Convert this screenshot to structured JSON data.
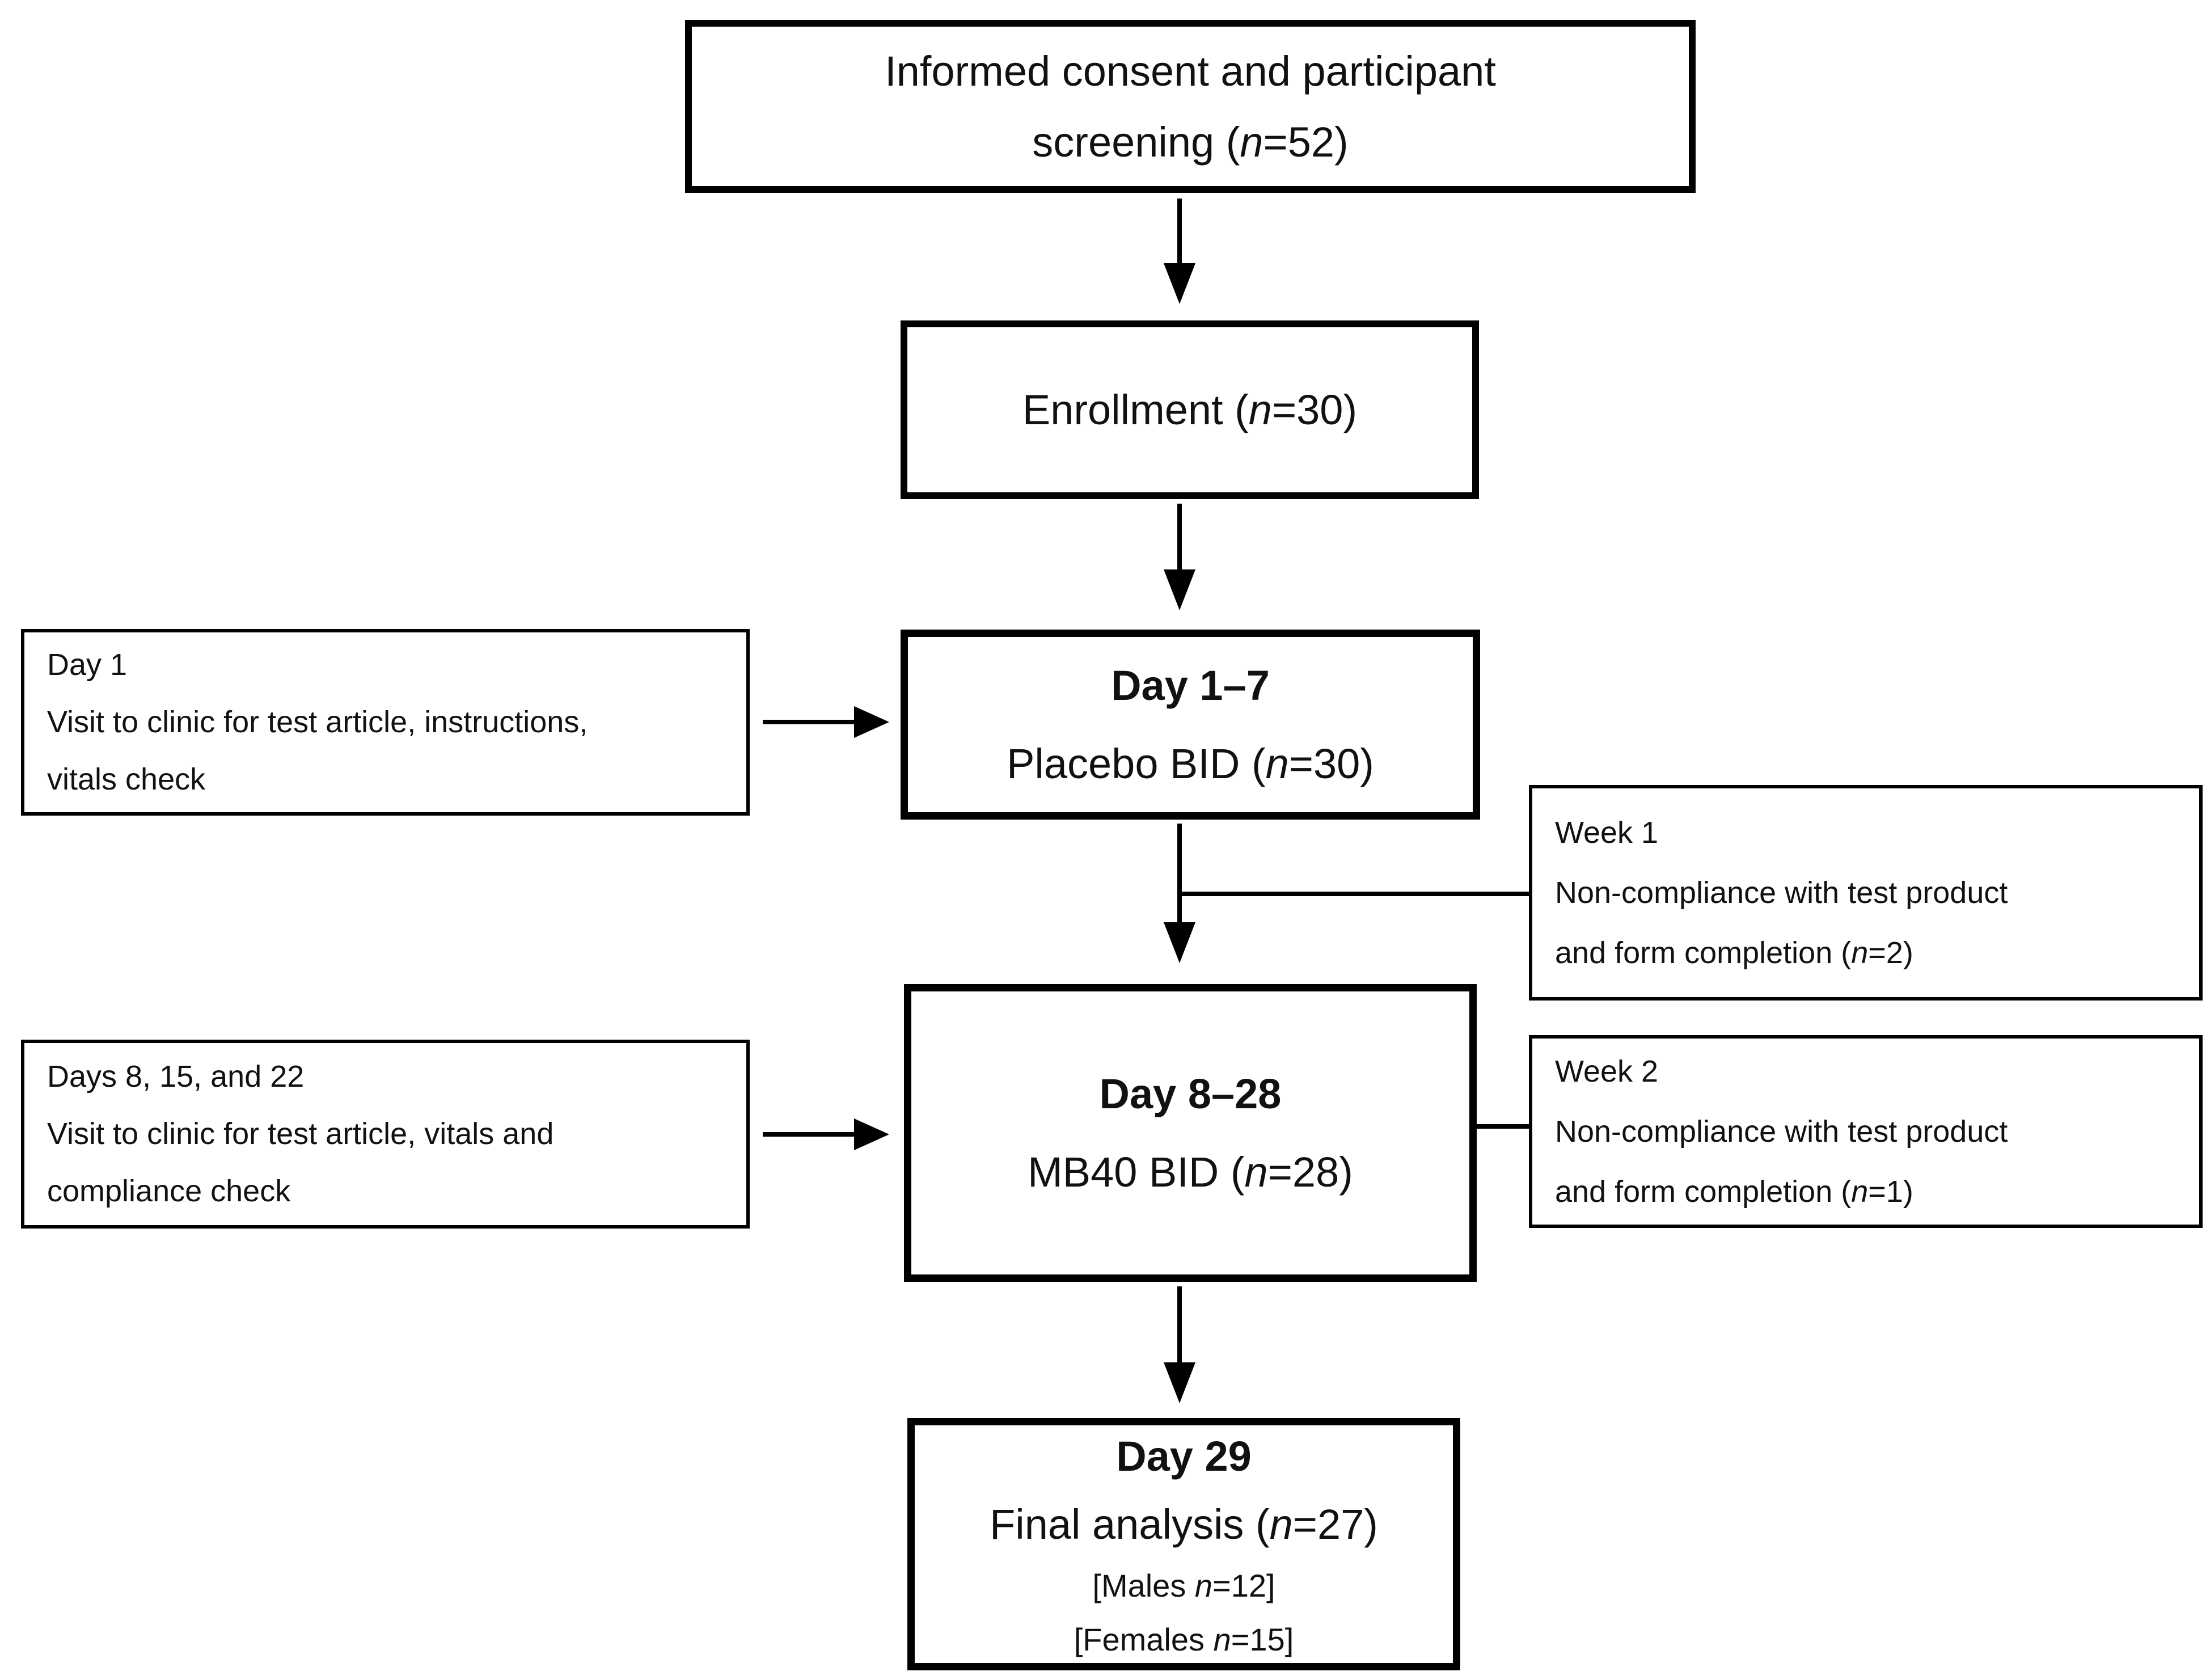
{
  "diagram": {
    "title": "Participant flow diagram",
    "colors": {
      "line": "#000000",
      "text": "#111111",
      "background": "#ffffff"
    },
    "boxes": {
      "screening": {
        "lines": [
          {
            "parts": [
              {
                "t": "Informed consent and participant"
              }
            ]
          },
          {
            "parts": [
              {
                "t": "screening ("
              },
              {
                "t": "n",
                "i": true
              },
              {
                "t": "=52)"
              }
            ]
          }
        ]
      },
      "enrollment": {
        "lines": [
          {
            "parts": [
              {
                "t": "Enrollment ("
              },
              {
                "t": "n",
                "i": true
              },
              {
                "t": "=30)"
              }
            ]
          }
        ]
      },
      "day1_7": {
        "lines": [
          {
            "bold": true,
            "parts": [
              {
                "t": "Day 1–7"
              }
            ]
          },
          {
            "parts": [
              {
                "t": "Placebo BID ("
              },
              {
                "t": "n",
                "i": true
              },
              {
                "t": "=30)"
              }
            ]
          }
        ]
      },
      "day1_note": {
        "lines": [
          {
            "parts": [
              {
                "t": "Day 1"
              }
            ]
          },
          {
            "parts": [
              {
                "t": "Visit to clinic for test article, instructions,"
              }
            ]
          },
          {
            "parts": [
              {
                "t": "vitals check"
              }
            ]
          }
        ]
      },
      "week1_dropout": {
        "lines": [
          {
            "parts": [
              {
                "t": "Week 1"
              }
            ]
          },
          {
            "parts": [
              {
                "t": "Non-compliance with test product"
              }
            ]
          },
          {
            "parts": [
              {
                "t": "and form completion ("
              },
              {
                "t": "n",
                "i": true
              },
              {
                "t": "=2)"
              }
            ]
          }
        ]
      },
      "day8_28": {
        "lines": [
          {
            "bold": true,
            "parts": [
              {
                "t": "Day 8–28"
              }
            ]
          },
          {
            "parts": [
              {
                "t": "MB40 BID ("
              },
              {
                "t": "n",
                "i": true
              },
              {
                "t": "=28)"
              }
            ]
          }
        ]
      },
      "days8_note": {
        "lines": [
          {
            "parts": [
              {
                "t": "Days 8, 15, and 22"
              }
            ]
          },
          {
            "parts": [
              {
                "t": "Visit to clinic for test article, vitals and"
              }
            ]
          },
          {
            "parts": [
              {
                "t": "compliance check"
              }
            ]
          }
        ]
      },
      "week2_dropout": {
        "lines": [
          {
            "parts": [
              {
                "t": "Week 2"
              }
            ]
          },
          {
            "parts": [
              {
                "t": "Non-compliance with test product"
              }
            ]
          },
          {
            "parts": [
              {
                "t": "and form completion ("
              },
              {
                "t": "n",
                "i": true
              },
              {
                "t": "=1)"
              }
            ]
          }
        ]
      },
      "day29": {
        "lines": [
          {
            "bold": true,
            "parts": [
              {
                "t": "Day 29"
              }
            ]
          },
          {
            "parts": [
              {
                "t": "Final analysis ("
              },
              {
                "t": "n",
                "i": true
              },
              {
                "t": "=27)"
              }
            ]
          },
          {
            "small": true,
            "parts": [
              {
                "t": "[Males "
              },
              {
                "t": "n",
                "i": true
              },
              {
                "t": "=12]"
              }
            ]
          },
          {
            "small": true,
            "parts": [
              {
                "t": "[Females "
              },
              {
                "t": "n",
                "i": true
              },
              {
                "t": "=15]"
              }
            ]
          }
        ]
      }
    }
  }
}
